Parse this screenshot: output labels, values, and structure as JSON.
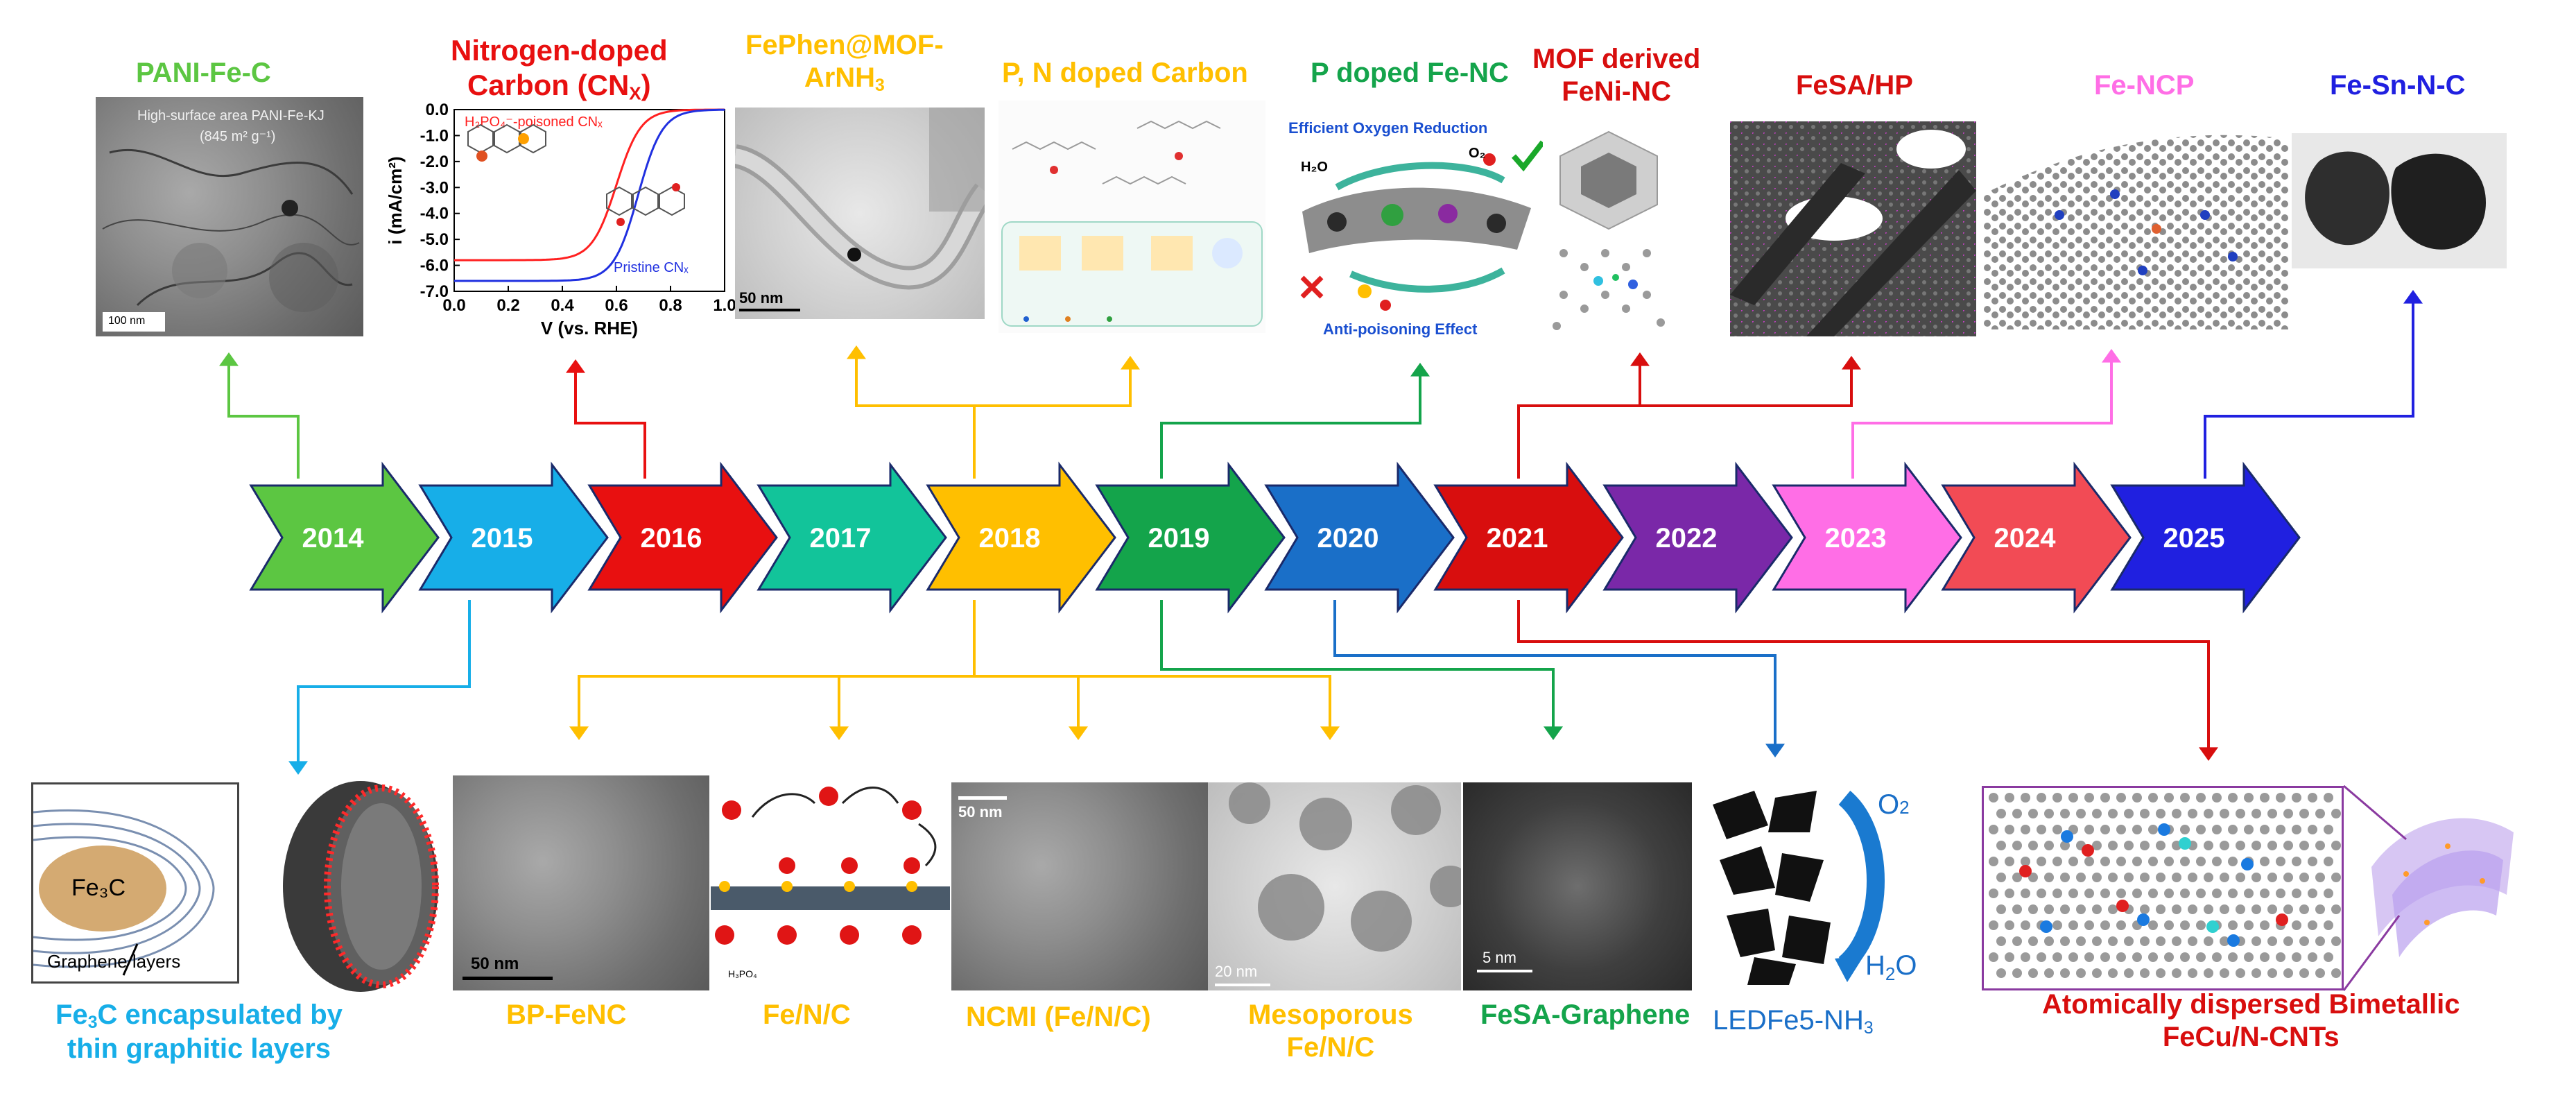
{
  "timeline": {
    "years": [
      "2014",
      "2015",
      "2016",
      "2017",
      "2018",
      "2019",
      "2020",
      "2021",
      "2022",
      "2023",
      "2024",
      "2025"
    ],
    "colors": [
      "#5cc642",
      "#17aee8",
      "#e81010",
      "#12c49a",
      "#ffbf00",
      "#14a44b",
      "#1a6fc8",
      "#d80e0e",
      "#7a28a8",
      "#ff6ee6",
      "#f24b55",
      "#2020e0"
    ]
  },
  "top_labels": {
    "pani": "PANI-Fe-C",
    "cnx_line1": "Nitrogen-doped",
    "cnx_line2": "Carbon (CN",
    "cnx_sub": "X",
    "cnx_close": ")",
    "fephen_line1": "FePhen@MOF-",
    "fephen_line2": "ArNH",
    "fephen_sub": "3",
    "pn": "P, N doped Carbon",
    "pfe": "P doped Fe-NC",
    "feni_line1": "MOF derived",
    "feni_line2": "FeNi-NC",
    "fesahp": "FeSA/HP",
    "fencp": "Fe-NCP",
    "fesn": "Fe-Sn-N-C"
  },
  "bottom_labels": {
    "fe3c_line1a": "Fe",
    "fe3c_sub": "3",
    "fe3c_line1b": "C  encapsulated by",
    "fe3c_line2": "thin graphitic layers",
    "bp": "BP-FeNC",
    "fenc": "Fe/N/C",
    "ncmi": "NCMI (Fe/N/C)",
    "meso_line1": "Mesoporous",
    "meso_line2": "Fe/N/C",
    "fesag": "FeSA-Graphene",
    "led_a": "LEDFe5-NH",
    "led_sub": "3",
    "bim_line1": "Atomically dispersed Bimetallic",
    "bim_line2": "FeCu/N-CNTs"
  },
  "inset_text": {
    "pani_caption1": "High-surface area PANI-Fe-KJ",
    "pani_caption2": "(845 m² g⁻¹)",
    "pani_scale": "100 nm",
    "fephen_scale": "50 nm",
    "pfe_title": "Efficient Oxygen Reduction",
    "pfe_bottom": "Anti-poisoning Effect",
    "pfe_h2o": "H₂O",
    "pfe_o2": "O₂",
    "fe3c_core": "Fe₃C",
    "fe3c_layers": "Graphene layers",
    "bp_scale": "50 nm",
    "fenc_h3po4": "H₃PO₄",
    "ncmi_scale": "50 nm",
    "meso_scale": "20 nm",
    "fesag_scale": "5 nm",
    "led_o2": "O",
    "led_o2_sub": "2",
    "led_h2o": "H",
    "led_h2o_sub": "2",
    "led_h2o_end": "O"
  },
  "cnx_chart": {
    "ylabel": "i (mA/cm²)",
    "xlabel": "V (vs. RHE)",
    "legend_red": "H₂PO₄⁻-poisoned CNₓ",
    "legend_blue": "Pristine CNₓ",
    "yticks": [
      "0.0",
      "-1.0",
      "-2.0",
      "-3.0",
      "-4.0",
      "-5.0",
      "-6.0",
      "-7.0"
    ],
    "xticks": [
      "0.0",
      "0.2",
      "0.4",
      "0.6",
      "0.8",
      "1.0"
    ],
    "red_curve": {
      "limiting": -5.8,
      "half_wave": 0.6
    },
    "blue_curve": {
      "limiting": -6.6,
      "half_wave": 0.68
    },
    "colors": {
      "red": "#ff2020",
      "blue": "#2030e0"
    }
  },
  "label_colors": {
    "pani": "#5cc642",
    "cnx": "#e81010",
    "fephen": "#ffbf00",
    "pn": "#ffbf00",
    "pfe": "#14a44b",
    "feni": "#d80e0e",
    "fesahp": "#d80e0e",
    "fencp": "#ff6ee6",
    "fesn": "#2020e0",
    "fe3c": "#17aee8",
    "bp": "#ffbf00",
    "fenc": "#ffbf00",
    "ncmi": "#ffbf00",
    "meso": "#ffbf00",
    "fesag": "#14a44b",
    "led": "#1a6fc8",
    "bim": "#d80e0e"
  }
}
